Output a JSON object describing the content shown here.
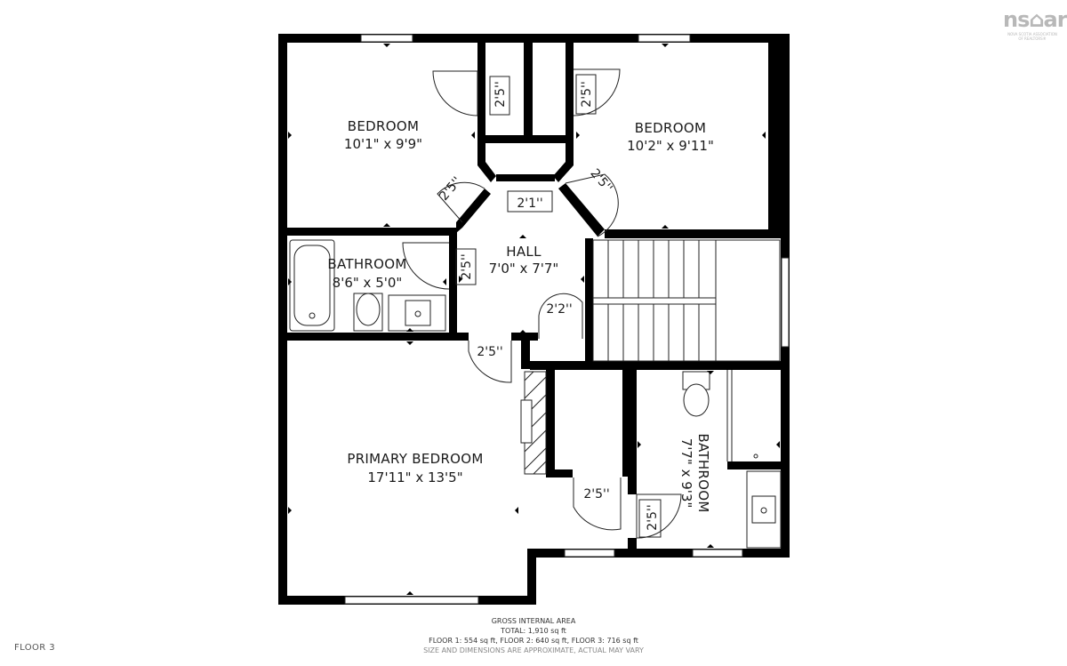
{
  "rooms": {
    "bedroom_left": {
      "name": "BEDROOM",
      "dims": "10'1\" x 9'9\""
    },
    "bedroom_right": {
      "name": "BEDROOM",
      "dims": "10'2\" x 9'11\""
    },
    "bathroom_upper": {
      "name": "BATHROOM",
      "dims": "8'6\" x 5'0\""
    },
    "hall": {
      "name": "HALL",
      "dims": "7'0\" x 7'7\""
    },
    "primary_bedroom": {
      "name": "PRIMARY BEDROOM",
      "dims": "17'11\" x 13'5\""
    },
    "bathroom_lower": {
      "name": "BATHROOM",
      "dims": "7'7\" x 9'3\""
    }
  },
  "doors": {
    "closet_left": "2'5''",
    "closet_right": "2'5''",
    "diag_left": "2'5''",
    "diag_right": "2'5''",
    "linen": "2'1''",
    "bath_upper": "2'5''",
    "hall_closet": "2'2''",
    "primary_entry": "2'5''",
    "primary_closet": "2'5''",
    "bath_lower": "2'5''"
  },
  "floor_label": "FLOOR 3",
  "area": {
    "heading": "GROSS INTERNAL AREA",
    "total": "TOTAL: 1,910 sq ft",
    "floors": "FLOOR 1: 554 sq ft, FLOOR 2: 640 sq ft, FLOOR 3: 716 sq ft",
    "disclaimer": "SIZE AND DIMENSIONS ARE APPROXIMATE, ACTUAL MAY VARY"
  },
  "logo": {
    "mark": "ns⌂ar",
    "sub1": "NOVA SCOTIA ASSOCIATION",
    "sub2": "OF REALTORS®"
  }
}
